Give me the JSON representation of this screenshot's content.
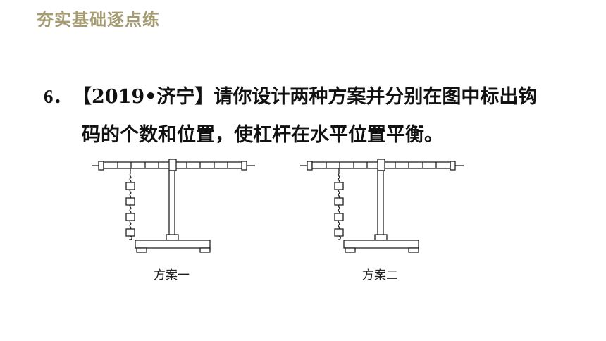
{
  "header": {
    "title": "夯实基础逐点练"
  },
  "question": {
    "number": "6．",
    "source": "【2019•济宁】",
    "line1_text": "请你设计两种方案并分别在图中标出钩",
    "line2_text": "码的个数和位置，使杠杆在水平位置平衡。"
  },
  "figures": [
    {
      "caption": "方案一",
      "hanging_weights": 4
    },
    {
      "caption": "方案二",
      "hanging_weights": 4
    }
  ]
}
